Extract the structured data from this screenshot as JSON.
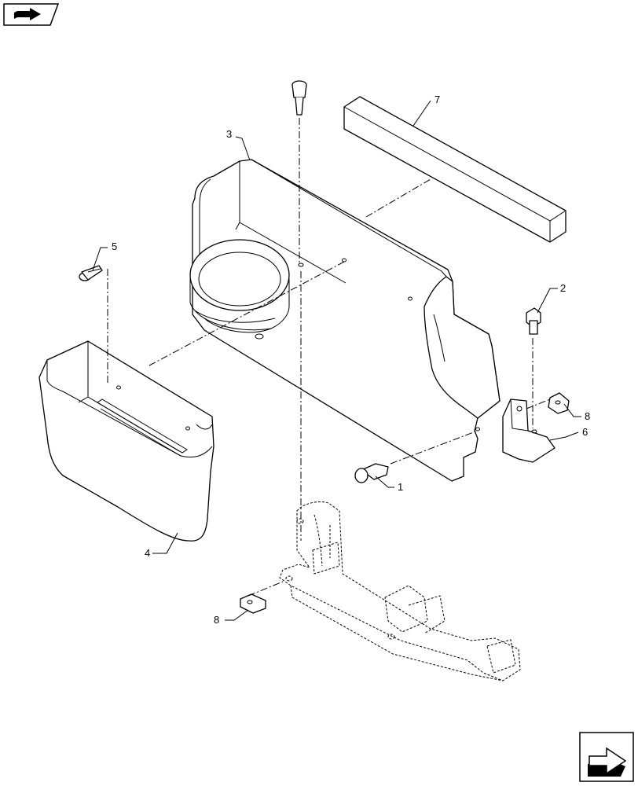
{
  "diagram": {
    "callouts": [
      {
        "id": "c7",
        "label": "7"
      },
      {
        "id": "c3",
        "label": "3"
      },
      {
        "id": "c5",
        "label": "5"
      },
      {
        "id": "c2",
        "label": "2"
      },
      {
        "id": "c8a",
        "label": "8"
      },
      {
        "id": "c6",
        "label": "6"
      },
      {
        "id": "c1",
        "label": "1"
      },
      {
        "id": "c4",
        "label": "4"
      },
      {
        "id": "c8b",
        "label": "8"
      }
    ]
  },
  "icons": {
    "top_left": "book-arrow-icon",
    "bottom_right": "page-forward-arrow-icon"
  },
  "colors": {
    "line": "#000000",
    "background": "#ffffff"
  }
}
